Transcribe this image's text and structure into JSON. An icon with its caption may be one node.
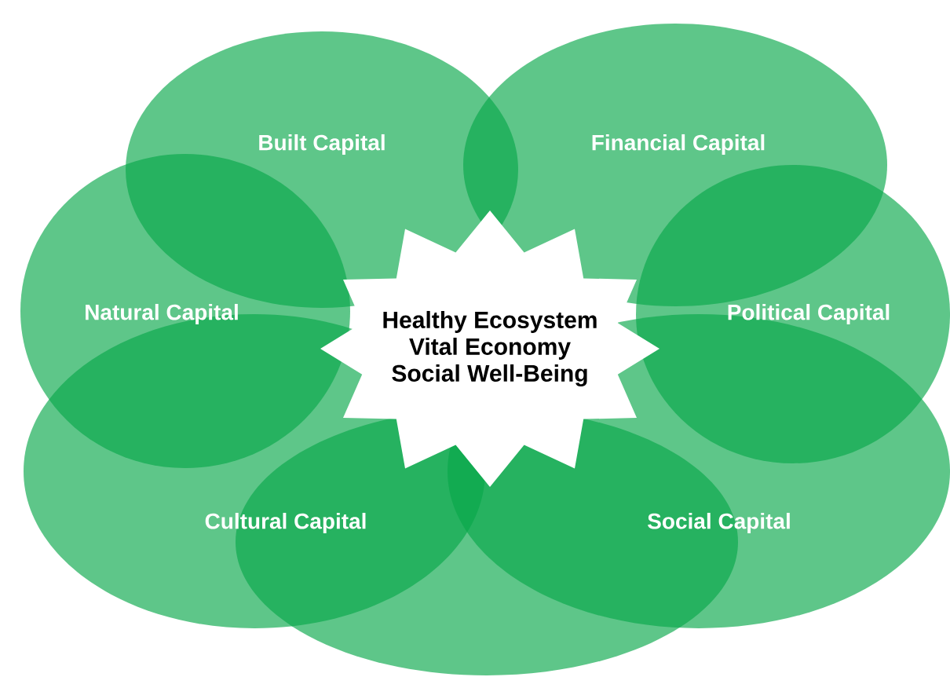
{
  "diagram": {
    "nodes": [
      {
        "text": [
          "Built Capital"
        ]
      },
      {
        "text": [
          "Financial Capital"
        ]
      },
      {
        "text": [
          "Natural Capital"
        ]
      },
      {
        "text": [
          "Healthy Ecosystem",
          "Vital Economy",
          "Social Well-Being"
        ]
      },
      {
        "text": [
          "Political Capital"
        ]
      },
      {
        "text": [
          "Cultural Capital"
        ]
      },
      {
        "text": [
          "Social Capital"
        ]
      }
    ]
  }
}
